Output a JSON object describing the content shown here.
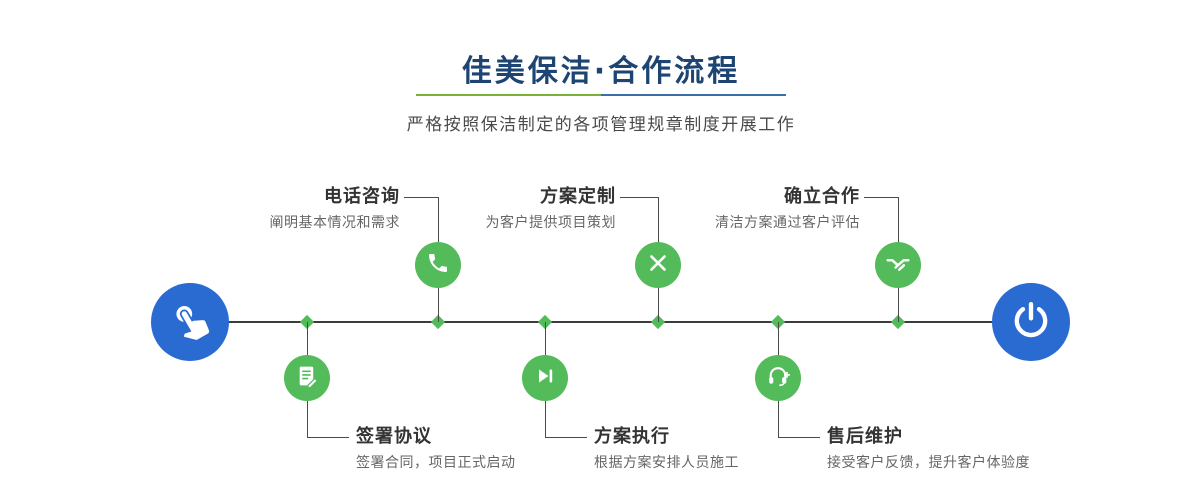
{
  "header": {
    "title": "佳美保洁·合作流程",
    "subtitle": "严格按照保洁制定的各项管理规章制度开展工作"
  },
  "steps": {
    "top": [
      {
        "label": "电话咨询",
        "desc": "阐明基本情况和需求",
        "icon": "phone-icon"
      },
      {
        "label": "方案定制",
        "desc": "为客户提供项目策划",
        "icon": "design-icon"
      },
      {
        "label": "确立合作",
        "desc": "清洁方案通过客户评估",
        "icon": "handshake-icon"
      }
    ],
    "bottom": [
      {
        "label": "签署协议",
        "desc": "签署合同，项目正式启动",
        "icon": "sign-icon"
      },
      {
        "label": "方案执行",
        "desc": "根据方案安排人员施工",
        "icon": "execute-icon"
      },
      {
        "label": "售后维护",
        "desc": "接受客户反馈，提升客户体验度",
        "icon": "service-icon"
      }
    ]
  },
  "endpoints": {
    "start_icon": "pointing-hand-icon",
    "end_icon": "power-icon"
  },
  "colors": {
    "accent_green": "#53bb59",
    "accent_blue": "#2a6bd2",
    "title_navy": "#1d4472",
    "divider_green": "#79b237",
    "divider_blue": "#3a6ea5",
    "line_dark": "#3c3c3c"
  }
}
